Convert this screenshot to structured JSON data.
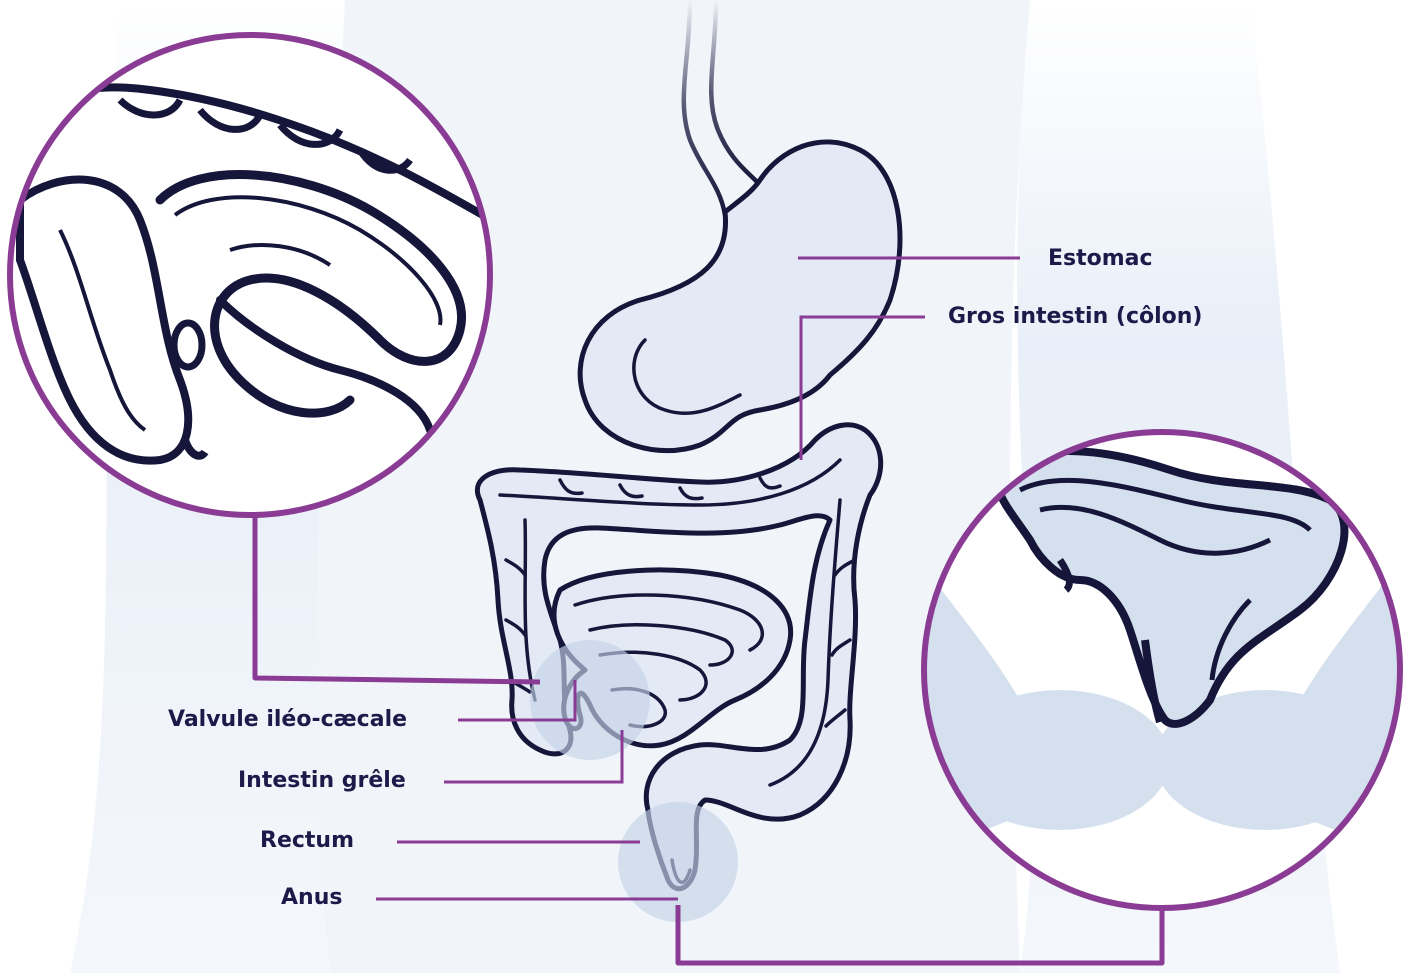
{
  "labels": {
    "stomach": "Estomac",
    "colon": "Gros intestin (côlon)",
    "ileocecal_valve": "Valvule iléo-cæcale",
    "small_intestine": "Intestin grêle",
    "rectum": "Rectum",
    "anus": "Anus"
  },
  "colors": {
    "accent": "#8a3c94",
    "outline": "#15163a",
    "organ_fill": "#e3eaf5",
    "body_silhouette": "#e8eef7",
    "highlight": "#c4d2e8",
    "label_text": "#1d1a4a"
  }
}
